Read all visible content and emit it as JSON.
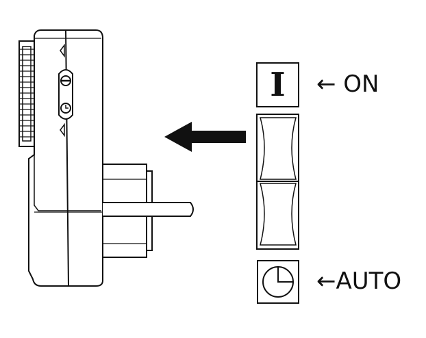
{
  "labels": {
    "on_text": "← ON",
    "auto_text": "←AUTO",
    "on_symbol": "I"
  },
  "icons": {
    "on_symbol": "power-on-bar-icon",
    "auto_symbol": "clock-icon",
    "direction_arrow": "arrow-left-icon",
    "device": "timer-plug-icon"
  },
  "colors": {
    "stroke": "#111111",
    "background": "#ffffff"
  }
}
